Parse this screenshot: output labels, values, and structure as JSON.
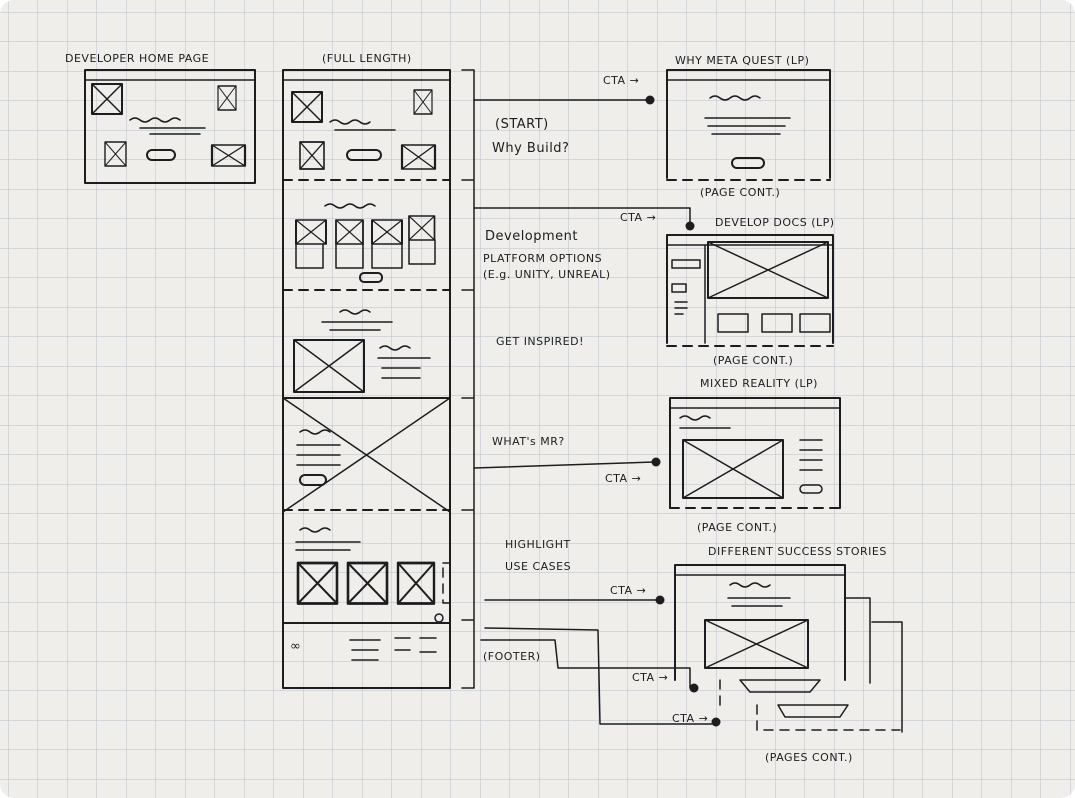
{
  "titles": {
    "home": "DEVELOPER HOME PAGE",
    "full": "(FULL LENGTH)",
    "why_quest": "WHY META QUEST (LP)",
    "docs": "DEVELOP DOCS (LP)",
    "mr": "MIXED REALITY (LP)",
    "stories": "DIFFERENT SUCCESS STORIES"
  },
  "sections": {
    "start_1": "(START)",
    "start_2": "Why Build?",
    "dev_1": "Development",
    "dev_2": "PLATFORM OPTIONS",
    "dev_3": "(E.g. UNITY, UNREAL)",
    "inspired": "GET INSPIRED!",
    "mr": "WHAT's MR?",
    "use_1": "HIGHLIGHT",
    "use_2": "USE CASES",
    "footer": "(FOOTER)"
  },
  "cta": "CTA →",
  "page_cont": "(PAGE CONT.)",
  "pages_cont": "(PAGES CONT.)",
  "colors": {
    "paper": "#efeeeb",
    "grid": "#b9c0c8",
    "ink": "#1d1d1f"
  }
}
